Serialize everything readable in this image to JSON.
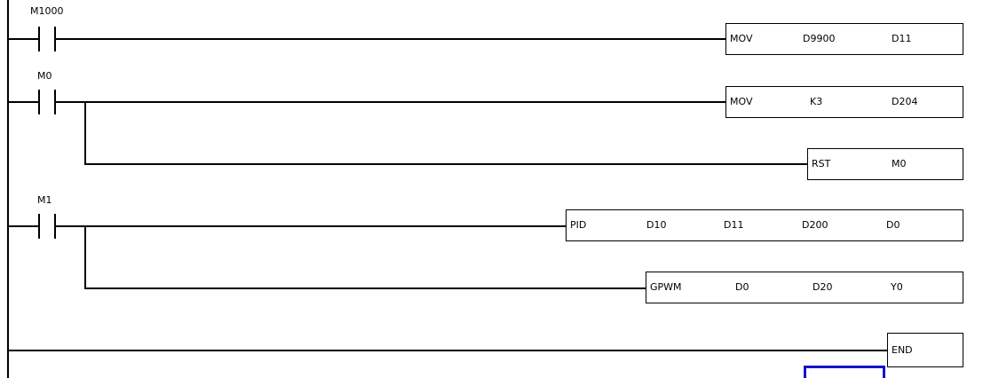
{
  "diagram": {
    "type": "plc-ladder-logic",
    "rail_color": "#000000",
    "selection_color": "#1414c8",
    "background": "#ffffff"
  },
  "rungs": [
    {
      "id": "rung-1",
      "contact": {
        "label": "M1000",
        "type": "normally-open"
      },
      "blocks": [
        {
          "id": "mov-d9900-d11",
          "op": "MOV",
          "operands": [
            "D9900",
            "D11"
          ]
        }
      ]
    },
    {
      "id": "rung-2",
      "contact": {
        "label": "M0",
        "type": "normally-open"
      },
      "blocks": [
        {
          "id": "mov-k3-d204",
          "op": "MOV",
          "operands": [
            "K3",
            "D204"
          ]
        },
        {
          "id": "rst-m0",
          "op": "RST",
          "operands": [
            "M0"
          ]
        }
      ]
    },
    {
      "id": "rung-3",
      "contact": {
        "label": "M1",
        "type": "normally-open"
      },
      "blocks": [
        {
          "id": "pid-block",
          "op": "PID",
          "operands": [
            "D10",
            "D11",
            "D200",
            "D0"
          ]
        },
        {
          "id": "gpwm-block",
          "op": "GPWM",
          "operands": [
            "D0",
            "D20",
            "Y0"
          ]
        }
      ]
    },
    {
      "id": "rung-end",
      "contact": null,
      "blocks": [
        {
          "id": "end-block",
          "op": "END",
          "operands": []
        }
      ]
    }
  ]
}
